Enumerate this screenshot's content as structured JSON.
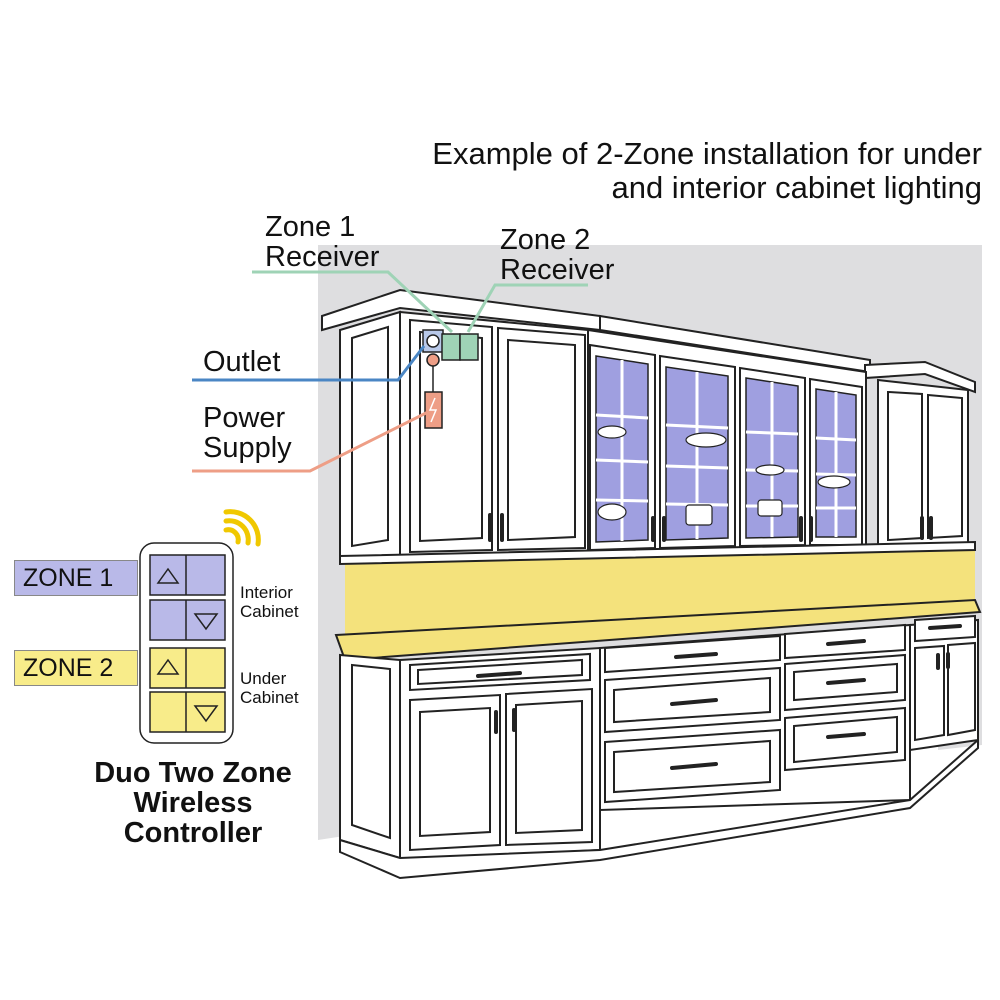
{
  "title": {
    "line1": "Example of 2-Zone installation for under",
    "line2": "and interior cabinet lighting"
  },
  "callouts": {
    "zone1_receiver": [
      "Zone 1",
      "Receiver"
    ],
    "zone2_receiver": [
      "Zone 2",
      "Receiver"
    ],
    "outlet": "Outlet",
    "power_supply": [
      "Power",
      "Supply"
    ]
  },
  "controller": {
    "zones": [
      {
        "tag": "ZONE 1",
        "description": [
          "Interior",
          "Cabinet"
        ],
        "color": "#b9b9e8"
      },
      {
        "tag": "ZONE 2",
        "description": [
          "Under",
          "Cabinet"
        ],
        "color": "#f8ec8a"
      }
    ],
    "title": [
      "Duo Two Zone",
      "Wireless",
      "Controller"
    ]
  },
  "colors": {
    "receiver_line": "#9fd3b6",
    "outlet_line": "#4a86c4",
    "power_line": "#ee9e86",
    "glass": "#9f9fe0",
    "under_light": "#f4e27c",
    "wall": "#dedee0",
    "signal": "#f0c800"
  }
}
